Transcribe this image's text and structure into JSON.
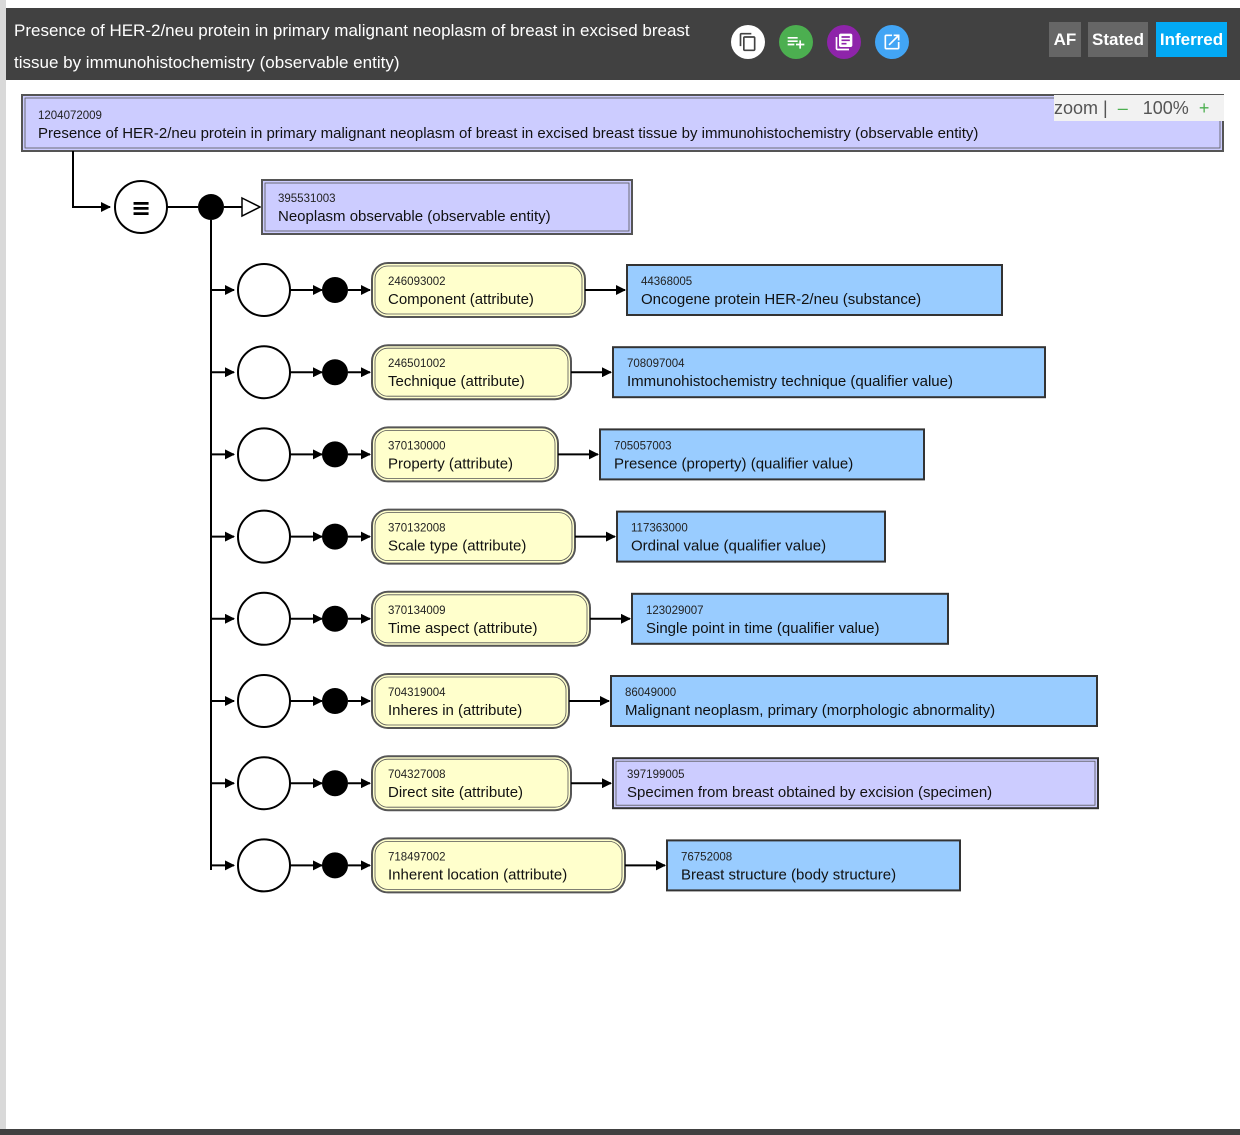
{
  "header": {
    "title": "Presence of HER-2/neu protein in primary malignant neoplasm of breast in excised breast tissue by immunohistochemistry (observable entity)",
    "buttons": {
      "copy_icon": "copy-icon",
      "add_list_icon": "playlist-add-icon",
      "library_icon": "library-books-icon",
      "open_external_icon": "open-in-new-icon"
    },
    "views": {
      "af": "AF",
      "stated": "Stated",
      "inferred": "Inferred"
    },
    "colors": {
      "copy": "#ffffff",
      "add_list": "#4caf50",
      "library": "#8e24aa",
      "open_external": "#42a5f5",
      "active_view": "#03a9f4",
      "inactive_view": "#666666"
    }
  },
  "zoom": {
    "label": "zoom |",
    "minus": "–",
    "value": "100%",
    "plus": "+"
  },
  "diagram": {
    "root": {
      "id": "1204072009",
      "label": "Presence of HER-2/neu protein in primary malignant neoplasm of breast in excised breast tissue by immunohistochemistry (observable entity)"
    },
    "operator_symbol": "≡",
    "parent": {
      "id": "395531003",
      "label": "Neoplasm observable (observable entity)"
    },
    "relationships": [
      {
        "attr_id": "246093002",
        "attr": "Component (attribute)",
        "val_id": "44368005",
        "val": "Oncogene protein HER-2/neu (substance)",
        "kind": "primitive"
      },
      {
        "attr_id": "246501002",
        "attr": "Technique (attribute)",
        "val_id": "708097004",
        "val": "Immunohistochemistry technique (qualifier value)",
        "kind": "primitive"
      },
      {
        "attr_id": "370130000",
        "attr": "Property (attribute)",
        "val_id": "705057003",
        "val": "Presence (property) (qualifier value)",
        "kind": "primitive"
      },
      {
        "attr_id": "370132008",
        "attr": "Scale type (attribute)",
        "val_id": "117363000",
        "val": "Ordinal value (qualifier value)",
        "kind": "primitive"
      },
      {
        "attr_id": "370134009",
        "attr": "Time aspect (attribute)",
        "val_id": "123029007",
        "val": "Single point in time (qualifier value)",
        "kind": "primitive"
      },
      {
        "attr_id": "704319004",
        "attr": "Inheres in (attribute)",
        "val_id": "86049000",
        "val": "Malignant neoplasm, primary (morphologic abnormality)",
        "kind": "primitive"
      },
      {
        "attr_id": "704327008",
        "attr": "Direct site (attribute)",
        "val_id": "397199005",
        "val": "Specimen from breast obtained by excision (specimen)",
        "kind": "defined"
      },
      {
        "attr_id": "718497002",
        "attr": "Inherent location (attribute)",
        "val_id": "76752008",
        "val": "Breast structure (body structure)",
        "kind": "primitive"
      }
    ],
    "colors": {
      "defined": "#ccccff",
      "primitive": "#99ccff",
      "attribute": "#ffffcc"
    }
  }
}
